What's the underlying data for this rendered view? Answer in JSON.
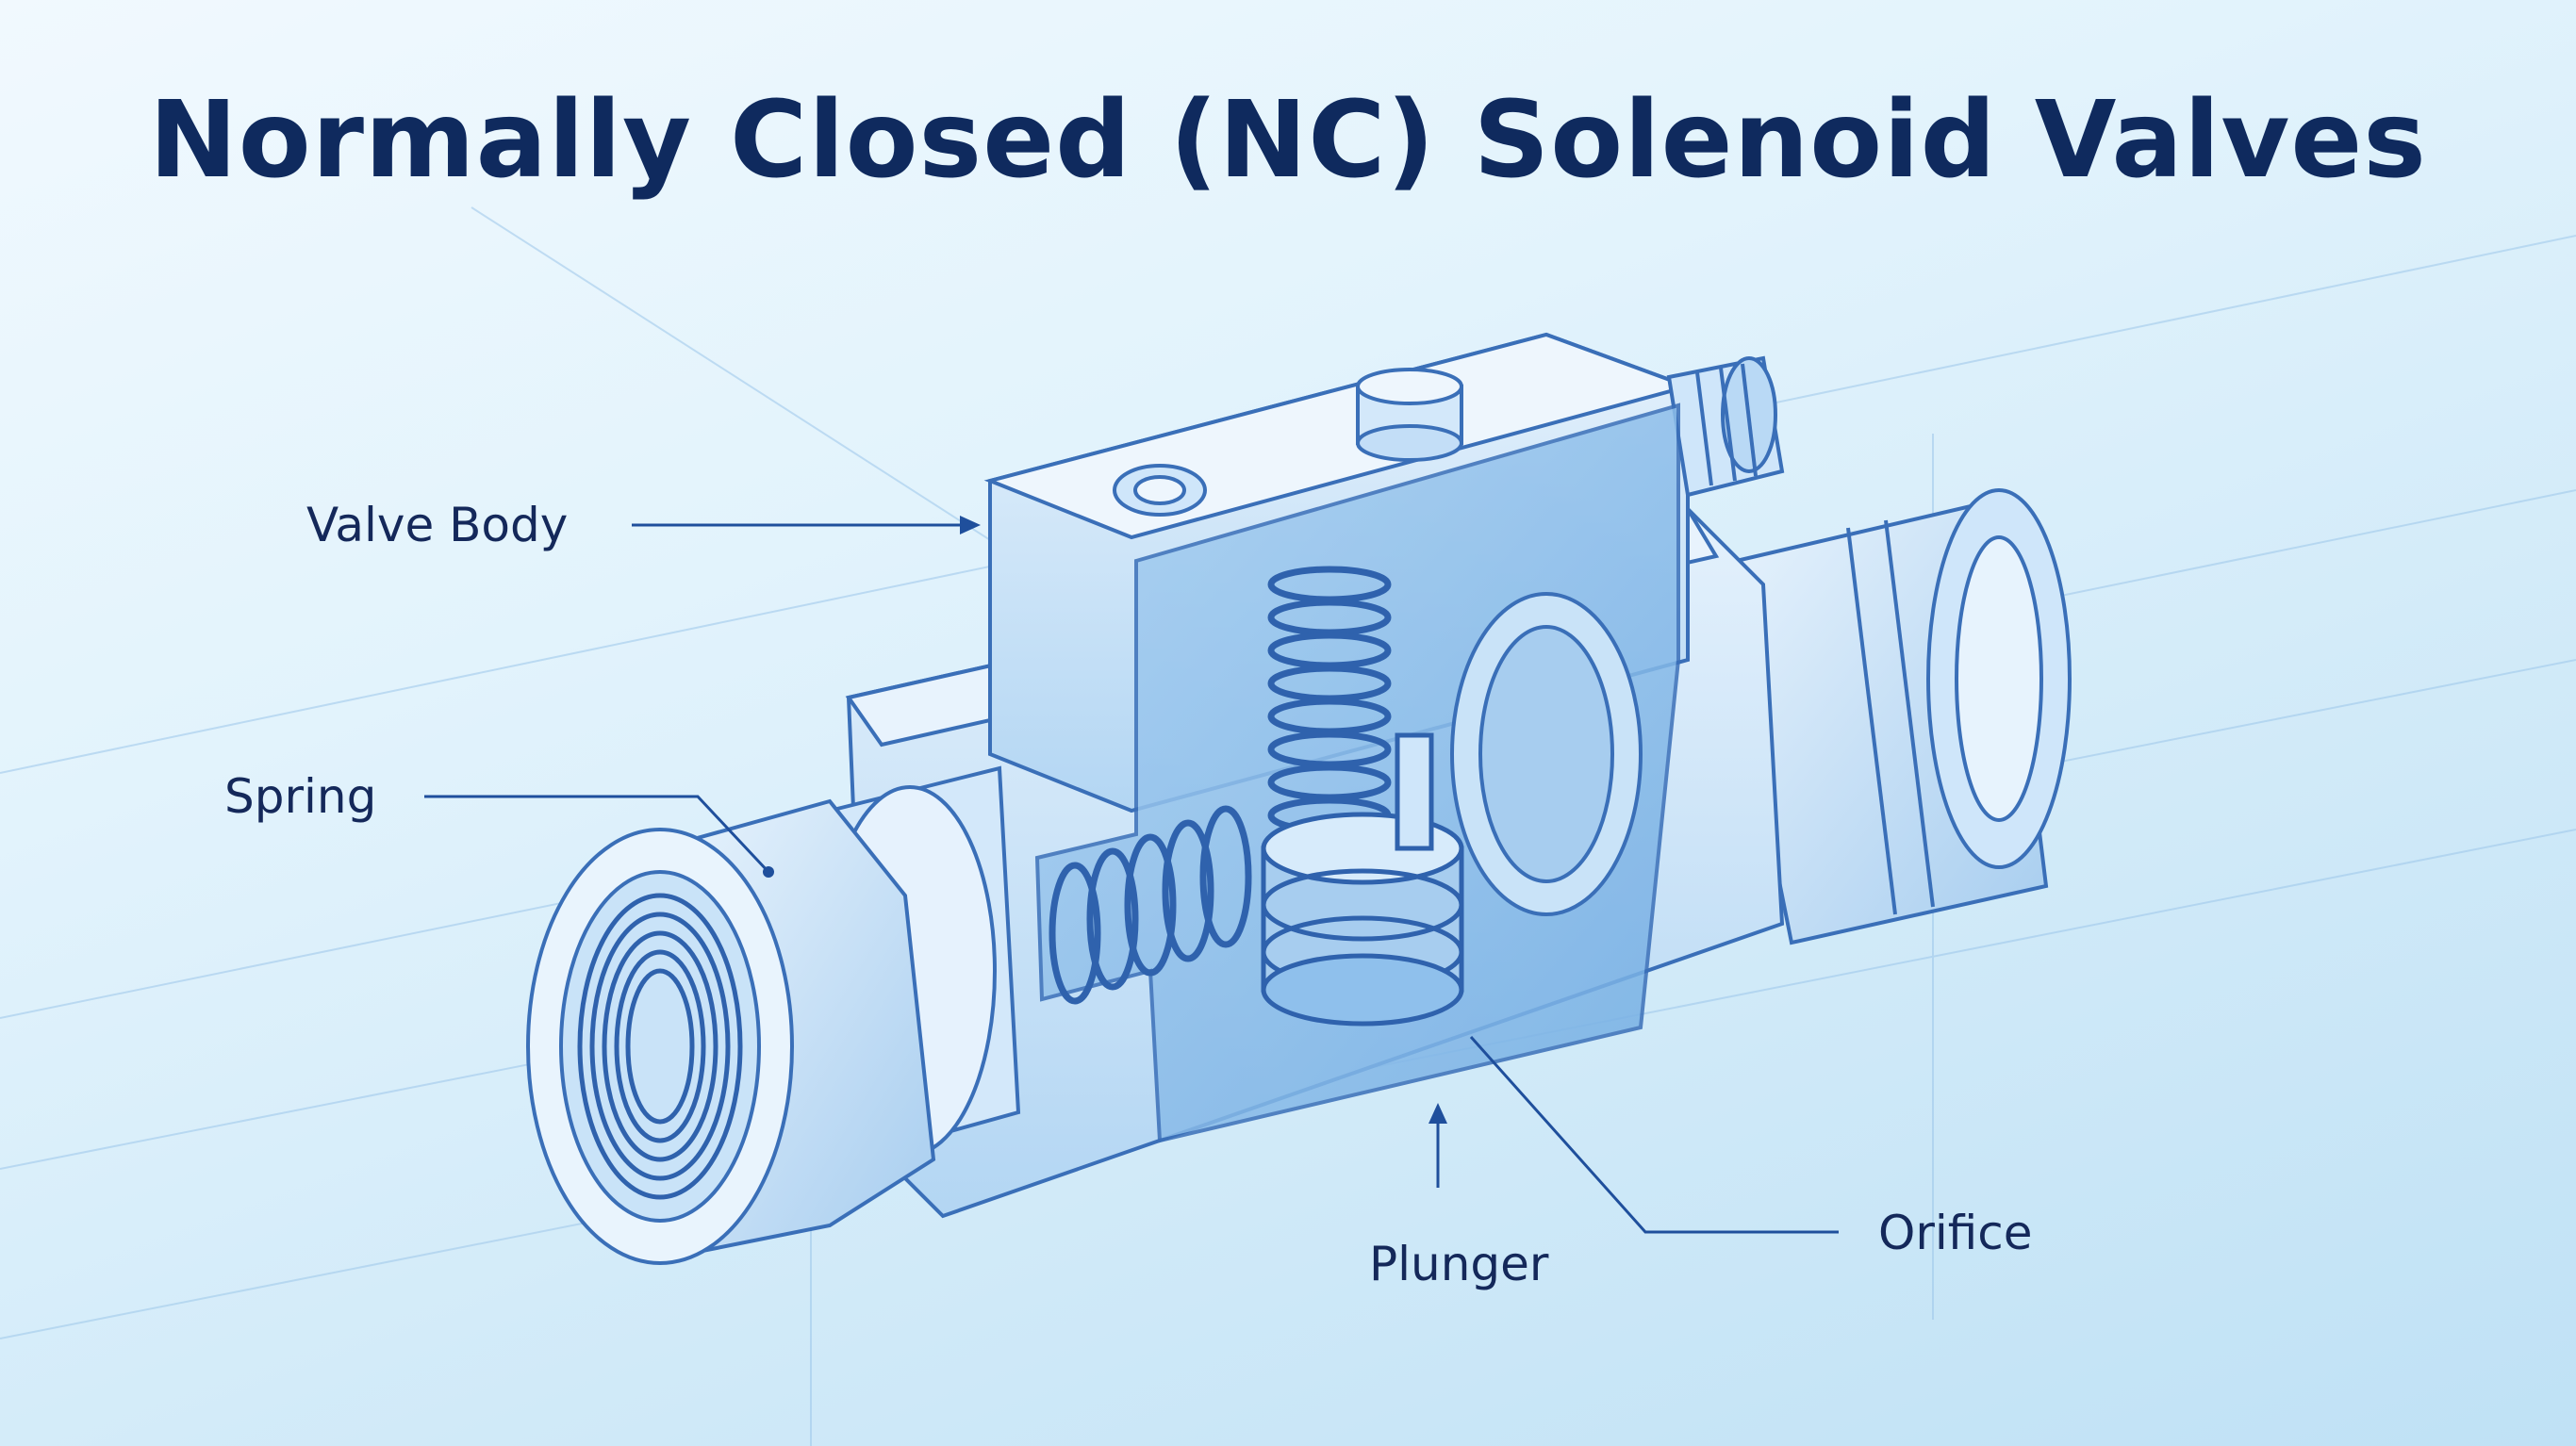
{
  "title": "Normally Closed (NC) Solenoid Valves",
  "callouts": {
    "valve_body": "Valve Body",
    "spring": "Spring",
    "plunger": "Plunger",
    "orifice": "Orifice"
  },
  "colors": {
    "title": "#0f2a5e",
    "label": "#14285a",
    "leader": "#1f4f9c",
    "outline": "#3a6fb8",
    "fill_light": "#dcedfb",
    "fill_mid": "#b9d9f5",
    "fill_dark": "#8fc0ec",
    "cavity": "#7fb5e6"
  }
}
